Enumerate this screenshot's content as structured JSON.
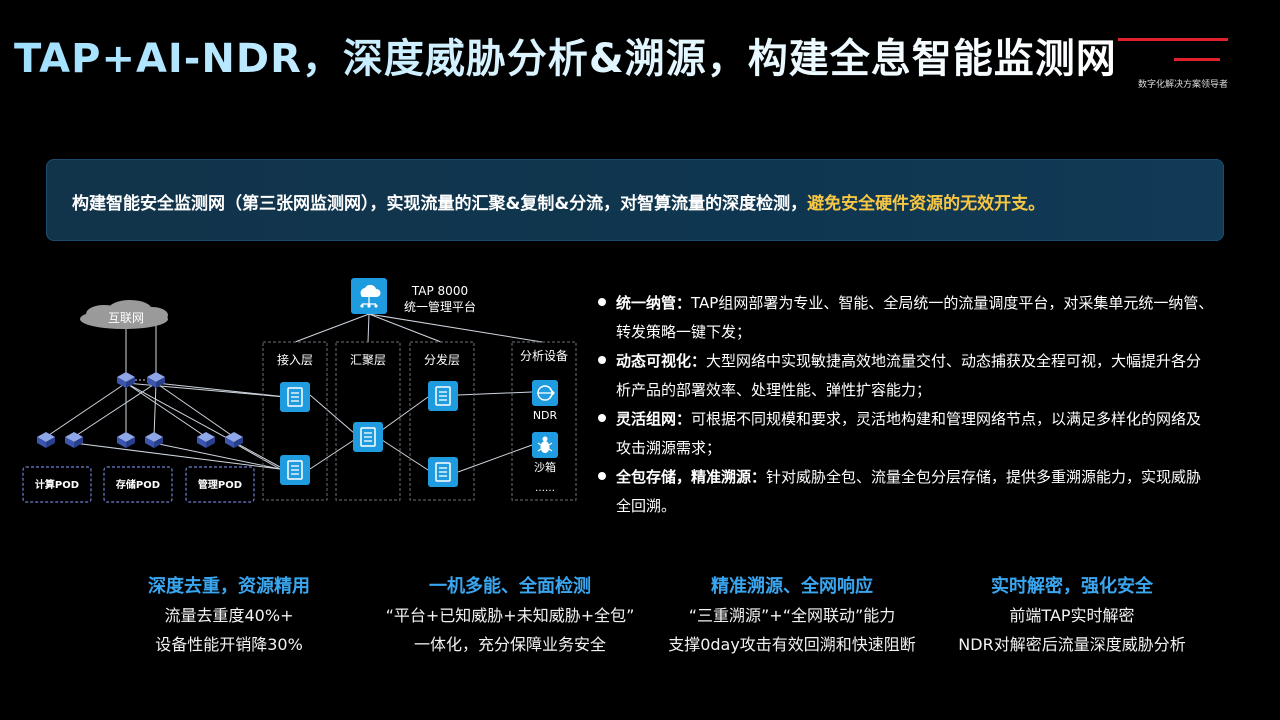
{
  "title": "TAP+AI-NDR，深度威胁分析&溯源，构建全息智能监测网",
  "logo": {
    "tagline": "数字化解决方案领导者"
  },
  "banner": {
    "text": "构建智能安全监测网（第三张网监测网），实现流量的汇聚&复制&分流，对智算流量的深度检测，",
    "highlight": "避免安全硬件资源的无效开支。"
  },
  "diagram": {
    "platform": {
      "name": "TAP 8000",
      "desc": "统一管理平台"
    },
    "internet": "互联网",
    "layers": {
      "access": "接入层",
      "aggregate": "汇聚层",
      "distribute": "分发层",
      "analysis": "分析设备"
    },
    "pods": [
      "计算POD",
      "存储POD",
      "管理POD"
    ],
    "devices": {
      "ndr": "NDR",
      "sandbox": "沙箱",
      "more": "……"
    }
  },
  "bullets": [
    {
      "head": "统一纳管：",
      "body": "TAP组网部署为专业、智能、全局统一的流量调度平台，对采集单元统一纳管、转发策略一键下发；"
    },
    {
      "head": "动态可视化：",
      "body": "大型网络中实现敏捷高效地流量交付、动态捕获及全程可视，大幅提升各分析产品的部署效率、处理性能、弹性扩容能力；"
    },
    {
      "head": "灵活组网：",
      "body": "可根据不同规模和要求，灵活地构建和管理网络节点，以满足多样化的网络及攻击溯源需求；"
    },
    {
      "head": "全包存储，精准溯源：",
      "body": "针对威胁全包、流量全包分层存储，提供多重溯源能力，实现威胁全回溯。"
    }
  ],
  "features": [
    {
      "title": "深度去重，资源精用",
      "lines": [
        "流量去重度40%+",
        "设备性能开销降30%"
      ]
    },
    {
      "title": "一机多能、全面检测",
      "lines": [
        "“平台+已知威胁+未知威胁+全包”",
        "一体化，充分保障业务安全"
      ]
    },
    {
      "title": "精准溯源、全网响应",
      "lines": [
        "“三重溯源”+“全网联动”能力",
        "支撑0day攻击有效回溯和快速阻断"
      ]
    },
    {
      "title": "实时解密，强化安全",
      "lines": [
        "前端TAP实时解密",
        "NDR对解密后流量深度威胁分析"
      ]
    }
  ],
  "colors": {
    "highlight": "#f7c744",
    "feature_title": "#3aa6f0",
    "banner_bg": "#12344a",
    "device_blue": "#1f9be0"
  }
}
